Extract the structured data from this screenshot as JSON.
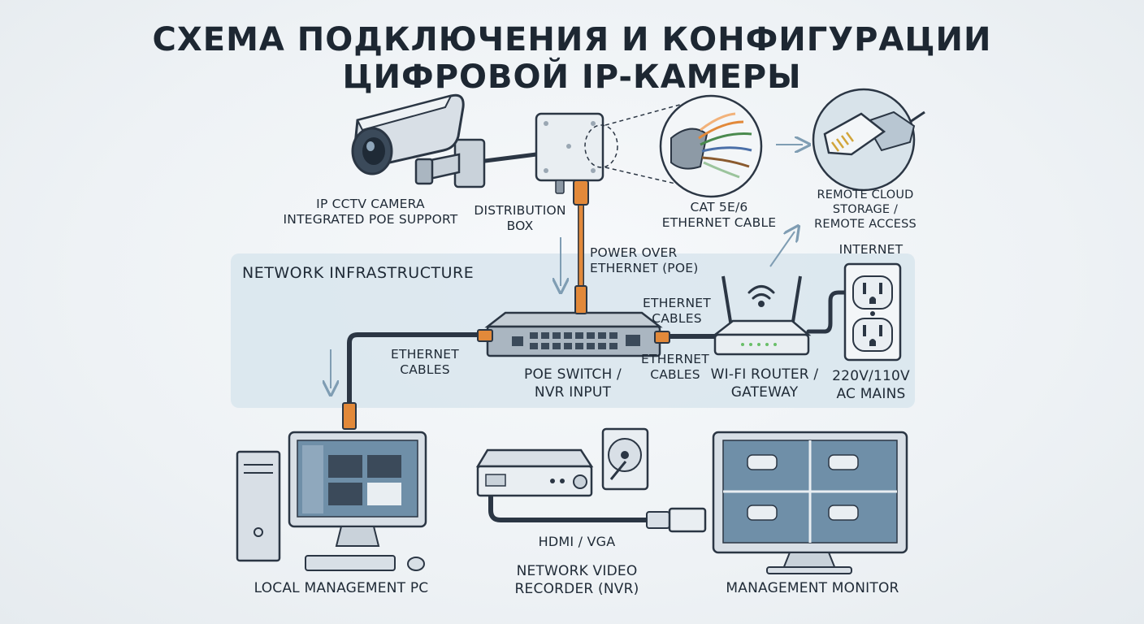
{
  "title": {
    "line1": "СХЕМА ПОДКЛЮЧЕНИЯ И КОНФИГУРАЦИИ",
    "line2": "ЦИФРОВОЙ IP-КАМЕРЫ"
  },
  "section": {
    "network_infrastructure": "NETWORK INFRASTRUCTURE"
  },
  "labels": {
    "camera_1": "IP CCTV CAMERA",
    "camera_2": "INTEGRATED PoE SUPPORT",
    "distribution_1": "DISTRIBUTION",
    "distribution_2": "BOX",
    "cable_1": "CAT 5e/6",
    "cable_2": "ETHERNET CABLE",
    "remote_1": "REMOTE CLOUD",
    "remote_2": "STORAGE /",
    "remote_3": "REMOTE ACCESS",
    "poe_1": "POWER OVER",
    "poe_2": "ETHERNET (POE)",
    "internet": "INTERNET",
    "eth_top_1": "ETHERNET",
    "eth_top_2": "CABLES",
    "eth_left_1": "ETHERNET",
    "eth_left_2": "CABLES",
    "eth_right_1": "ETHERNET",
    "eth_right_2": "CABLES",
    "switch_1": "POE SWITCH /",
    "switch_2": "NVR INPUT",
    "router_1": "WI-FI ROUTER /",
    "router_2": "GATEWAY",
    "mains_1": "220V/110V",
    "mains_2": "AC MAINS",
    "hdmi": "HDMI / VGA",
    "nvr_1": "NETWORK VIDEO",
    "nvr_2": "RECORDER (NVR)",
    "pc": "LOCAL MANAGEMENT PC",
    "monitor": "MANAGEMENT MONITOR"
  },
  "colors": {
    "cable_orange": "#e2893a",
    "device_gray": "#c9d2da",
    "outline": "#2b3644",
    "screen_blue": "#6f8fa8",
    "infra_bg": "#d8e5ed",
    "arrow": "#7f9db3"
  }
}
